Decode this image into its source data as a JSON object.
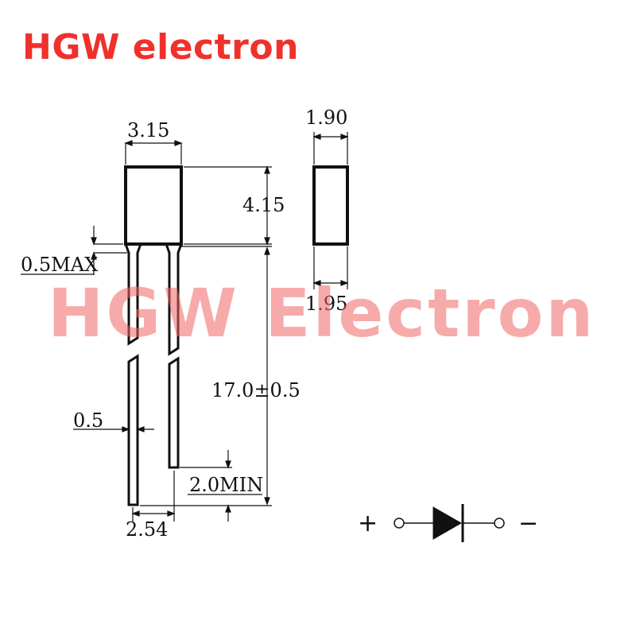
{
  "brand": {
    "title": "HGW electron",
    "color": "#f0302b"
  },
  "watermark": {
    "text": "HGW Electron",
    "color": "#f06464"
  },
  "dimensions": {
    "body_width": "3.15",
    "body_height": "4.15",
    "side_top_width": "1.90",
    "side_bottom_width": "1.95",
    "standoff": "0.5MAX",
    "lead_length": "17.0±0.5",
    "lead_width": "0.5",
    "lead_offset": "2.0MIN",
    "pitch": "2.54"
  },
  "symbol": {
    "plus": "+",
    "minus": "−"
  }
}
